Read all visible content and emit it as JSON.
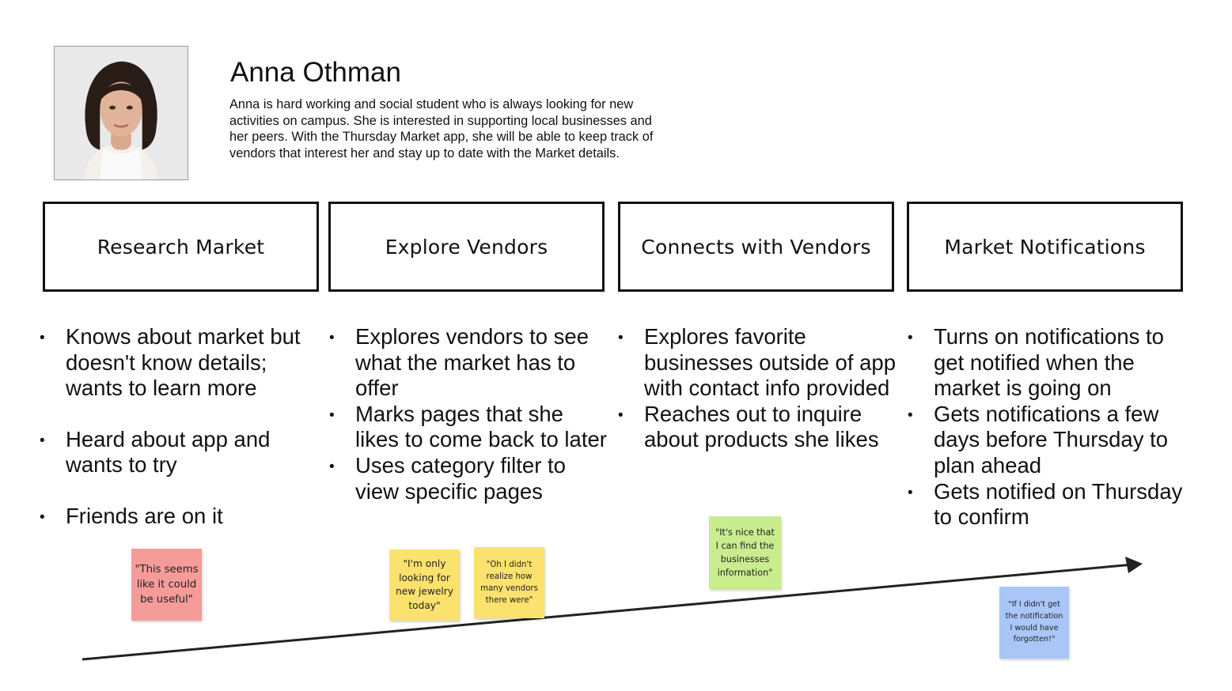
{
  "persona": {
    "photo_icon": "portrait-photo",
    "name": "Anna Othman",
    "bio": "Anna is hard working and social student who is always looking for new activities on campus. She is interested in supporting local businesses and her peers. With the Thursday Market app, she will be able to keep track of vendors that interest her and stay up to date with the Market details."
  },
  "stages": [
    {
      "title": "Research Market",
      "points": [
        "Knows about market but doesn't know details; wants to learn more",
        "Heard about app and wants to try",
        "Friends are on it"
      ]
    },
    {
      "title": "Explore Vendors",
      "points": [
        "Explores vendors to see what the market has to offer",
        "Marks pages that she likes to come back to later",
        "Uses category filter to view specific pages"
      ]
    },
    {
      "title": "Connects with Vendors",
      "points": [
        "Explores favorite businesses outside of app with contact info provided",
        "Reaches out to inquire about products she likes"
      ]
    },
    {
      "title": "Market Notifications",
      "points": [
        "Turns on notifications to get notified when the market is going on",
        "Gets notifications a few days before Thursday to plan ahead",
        "Gets notified on Thursday to confirm"
      ]
    }
  ],
  "quotes": [
    {
      "text": "\"This seems like it could be useful\"",
      "color": "#f59c9a"
    },
    {
      "text": "\"I'm only looking for new jewelry today\"",
      "color": "#fbe26e"
    },
    {
      "text": "\"Oh I didn't realize how many vendors there were\"",
      "color": "#fbe26e"
    },
    {
      "text": "\"It's nice that I can find the businesses information\"",
      "color": "#c8ec8e"
    },
    {
      "text": "\"If I didn't get the notification I would have forgotten!\"",
      "color": "#a9c6f7"
    }
  ],
  "colors": {
    "stage_border": "#111111",
    "arrow": "#222222"
  },
  "arrow_icon": "arrow-right-icon"
}
